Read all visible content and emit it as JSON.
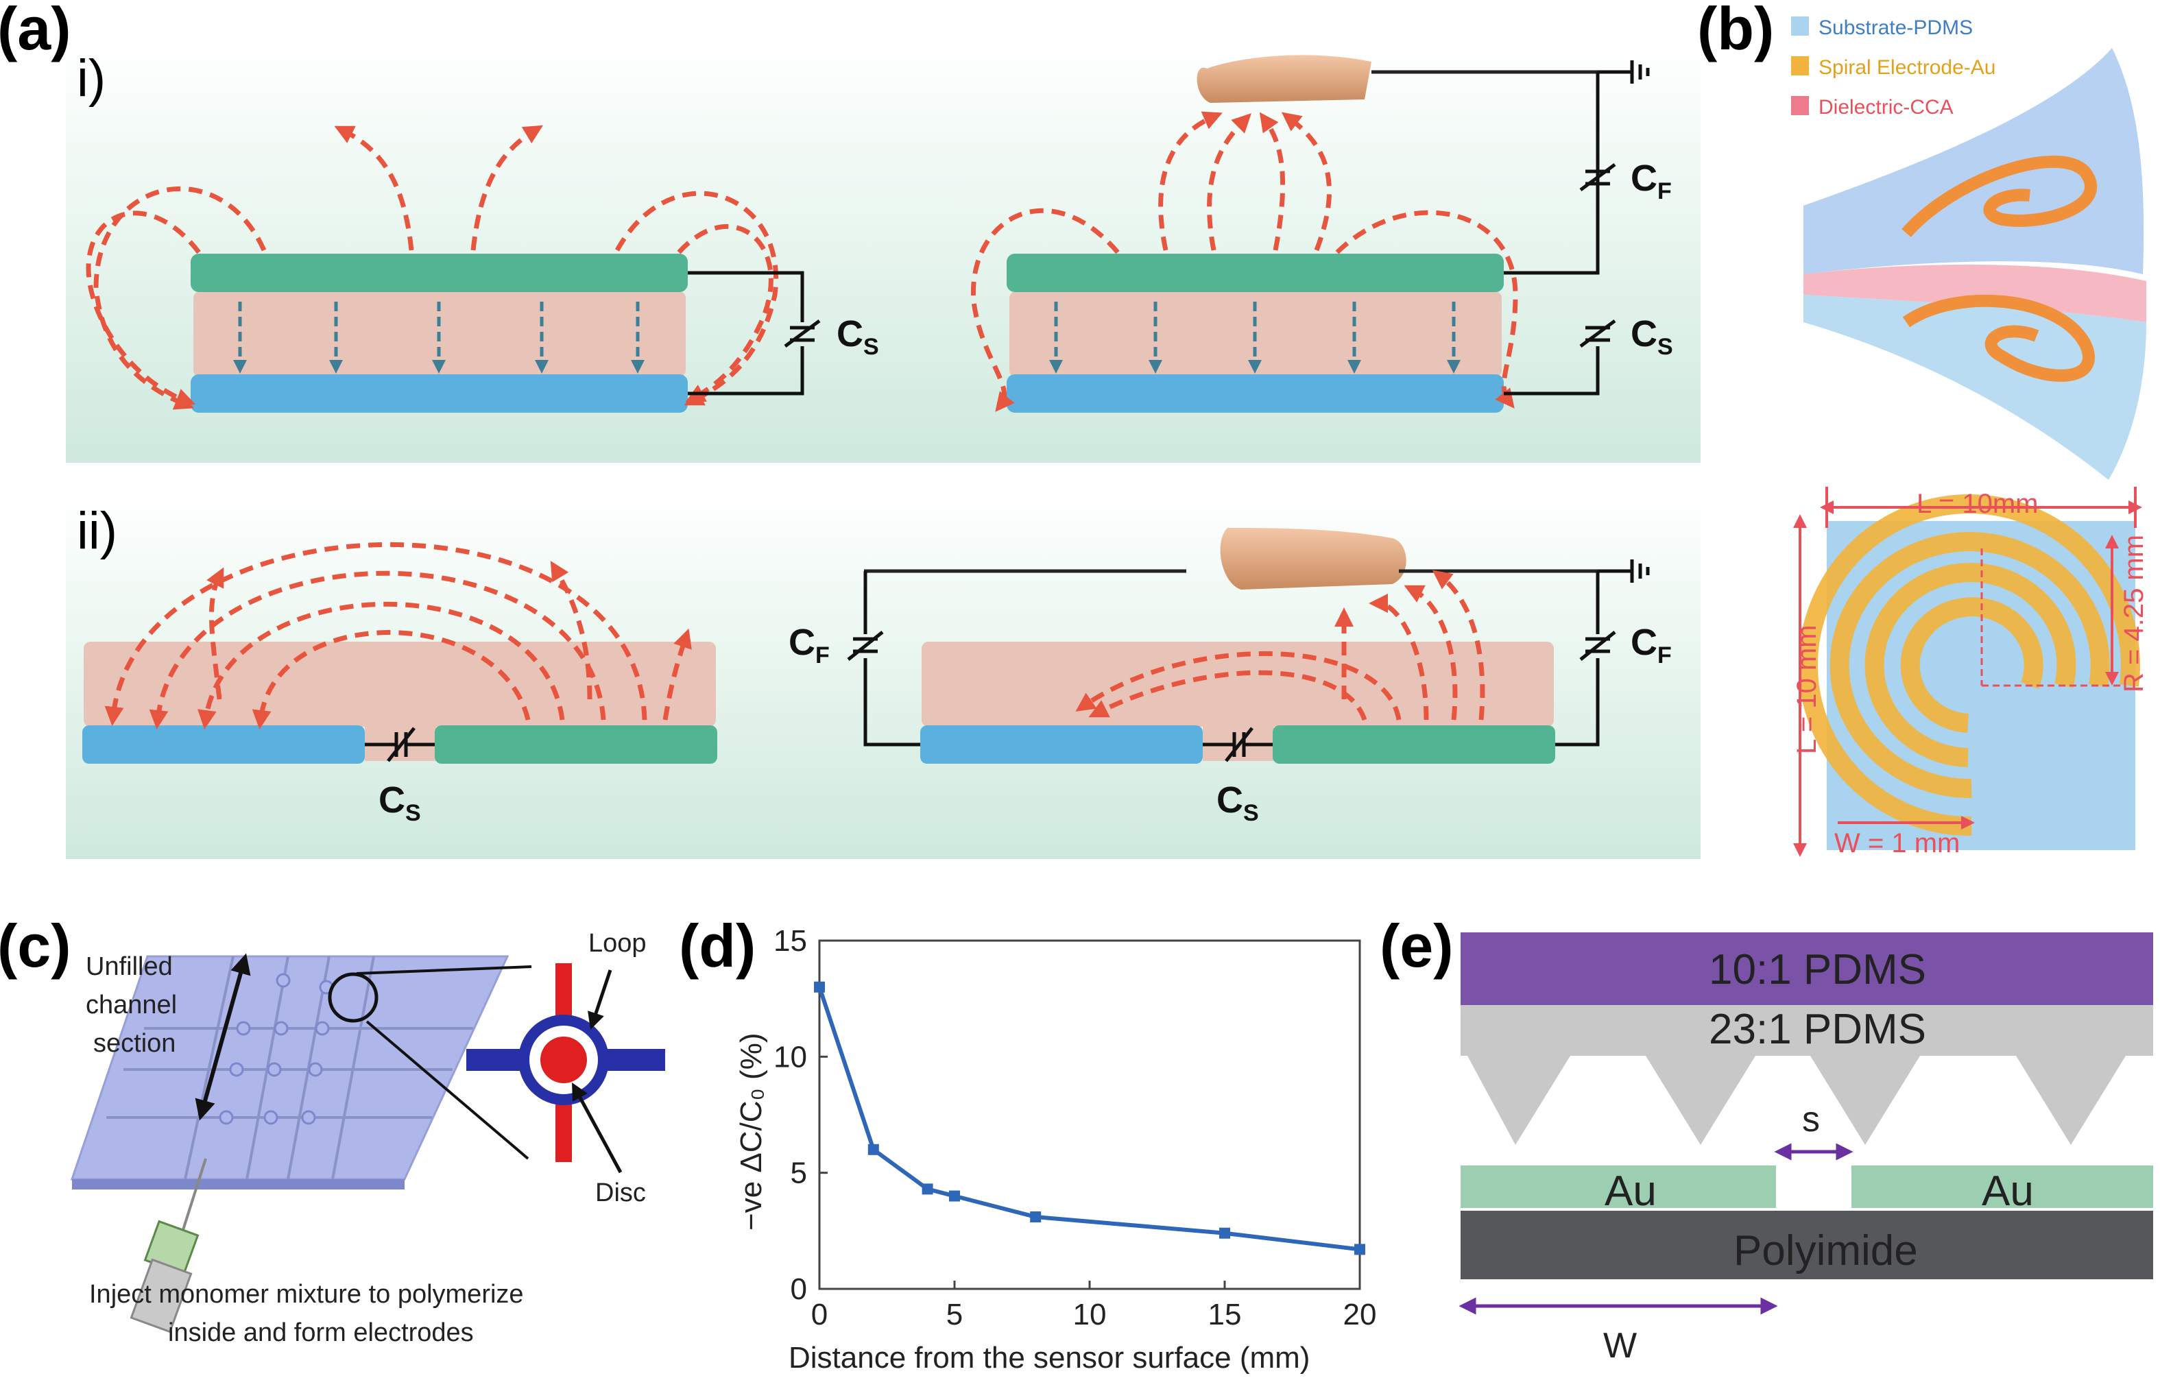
{
  "panels": {
    "a": {
      "label": "(a)",
      "row_i": "i)",
      "row_ii": "ii)",
      "cap_s": "C",
      "cap_s_sub": "S",
      "cap_f": "C",
      "cap_f_sub": "F"
    },
    "b": {
      "label": "(b)",
      "legend": [
        {
          "text": "Substrate-PDMS",
          "color": "#3f7fc1",
          "swatch": "#a9d3ef"
        },
        {
          "text": "Spiral Electrode-Au",
          "color": "#e0a21a",
          "swatch": "#f2b43a"
        },
        {
          "text": "Dielectric-CCA",
          "color": "#e8505b",
          "swatch": "#ee7b8c"
        }
      ],
      "dim_top": "L = 10mm",
      "dim_left": "L = 10 mm",
      "dim_radius": "R = 4.25 mm",
      "dim_width": "W = 1 mm"
    },
    "c": {
      "label": "(c)",
      "unfilled_1": "Unfilled",
      "unfilled_2": "channel",
      "unfilled_3": "section",
      "loop": "Loop",
      "disc": "Disc",
      "caption_1": "Inject monomer mixture to polymerize",
      "caption_2": "inside and form electrodes"
    },
    "d": {
      "label": "(d)"
    },
    "e": {
      "label": "(e)",
      "layer_top": "10:1 PDMS",
      "layer_mid": "23:1 PDMS",
      "electrode_left": "Au",
      "electrode_right": "Au",
      "substrate": "Polyimide",
      "gap": "s",
      "width": "W"
    }
  },
  "colors": {
    "green_electrode": "#52b493",
    "blue_electrode": "#5bb0dd",
    "dielectric": "#e8c3b7",
    "field_lines": "#e8553f",
    "pdms_10": "#7a52a8",
    "pdms_23": "#c8c8c8",
    "au": "#9ccfb1",
    "polyimide": "#55575b",
    "curve": "#2e66b8"
  },
  "chart_data": {
    "type": "line",
    "x": [
      0,
      2,
      4,
      5,
      8,
      15,
      20
    ],
    "y": [
      13,
      6,
      4.3,
      4.0,
      3.1,
      2.4,
      1.7
    ],
    "xlabel": "Distance from the sensor surface (mm)",
    "ylabel": "−ve ΔC/C₀ (%)",
    "xlim": [
      0,
      20
    ],
    "ylim": [
      0,
      15
    ],
    "xticks": [
      "0",
      "5",
      "10",
      "15",
      "20"
    ],
    "yticks": [
      "0",
      "5",
      "10",
      "15"
    ],
    "grid": false,
    "marker": "square"
  }
}
